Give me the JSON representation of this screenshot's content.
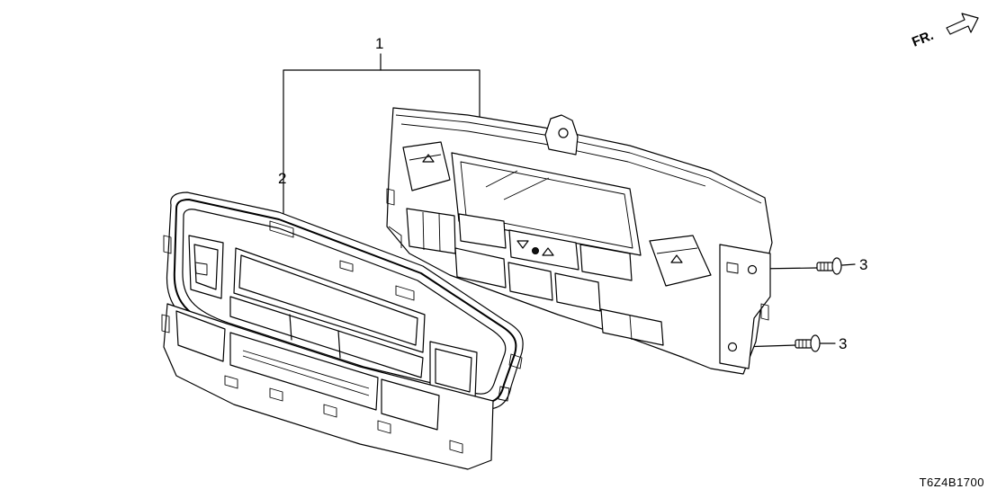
{
  "diagram": {
    "orientation_label": "FR.",
    "callouts": [
      {
        "id": "callout-1",
        "label": "1"
      },
      {
        "id": "callout-2",
        "label": "2"
      },
      {
        "id": "callout-3a",
        "label": "3"
      },
      {
        "id": "callout-3b",
        "label": "3"
      }
    ],
    "diagram_code": "T6Z4B1700"
  }
}
